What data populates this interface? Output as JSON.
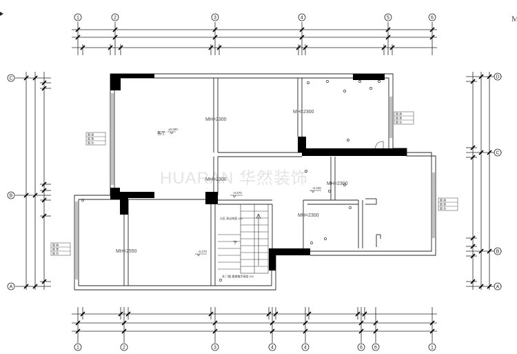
{
  "grid": {
    "top": [
      "1",
      "2",
      "3",
      "4",
      "5",
      "6"
    ],
    "bottom": [
      "1",
      "2",
      "3",
      "4",
      "4",
      "6",
      "6",
      "1"
    ],
    "left": [
      "C",
      "B",
      "A"
    ],
    "right": [
      "D",
      "C",
      "B",
      "A"
    ]
  },
  "rooms": {
    "r1": "MH=2300",
    "r2": "MH=2300",
    "r3": "MH=2300",
    "r4": "MH=2300",
    "r5": "MH=2300",
    "r6": "MH=2550"
  },
  "labels": {
    "living": "客厅",
    "living_level": "±0.000",
    "level_a": "-0.270",
    "level_b": "-0.340",
    "level_c": "-0.270",
    "stair_down": "下",
    "note_1": "分区 高出地面  100",
    "note_2": "关 门槛 楼梯踏步高度  200"
  },
  "window_tags": {
    "w1": [
      "窗 高",
      "窗 宽",
      "窗 台"
    ],
    "w2": [
      "窗 高",
      "窗 宽",
      "窗 台"
    ],
    "w3": [
      "窗 高",
      "窗 宽",
      "窗 台"
    ],
    "w4": [
      "窗 高",
      "窗 宽",
      "窗 台"
    ]
  },
  "watermark": "HUARAN 华然装饰",
  "corner_mark": "M"
}
